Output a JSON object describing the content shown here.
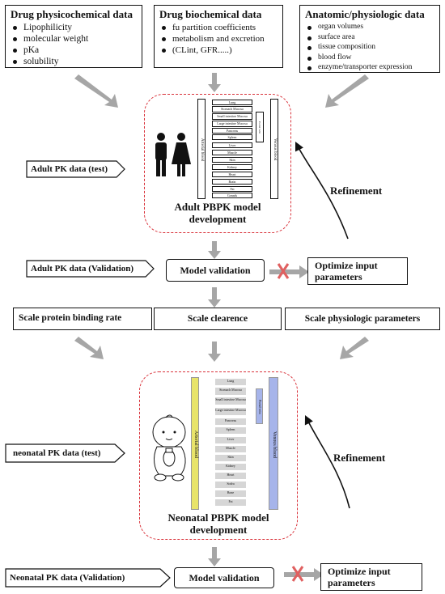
{
  "top_boxes": [
    {
      "title": "Drug physicochemical data",
      "items": [
        "Lipophilicity",
        "molecular weight",
        "pKa",
        "solubility"
      ]
    },
    {
      "title": "Drug biochemical data",
      "items": [
        "fu partition coefficients",
        "metabolism and excretion",
        "(CLint, GFR.....)"
      ]
    },
    {
      "title": "Anatomic/physiologic data",
      "items": [
        "organ volumes",
        "surface area",
        "tissue composition",
        "blood flow",
        "enzyme/transporter expression"
      ]
    }
  ],
  "adult_model": {
    "arterial": "Arterial blood",
    "venous": "Venous blood",
    "portal": "Portal vein",
    "organs": [
      "Lung",
      "Stomach Mucosa",
      "Small intestine Mucosa",
      "Large intestine Mucosa",
      "Pancreas",
      "Spleen",
      "Liver",
      "Muscle",
      "Skin",
      "Kidney",
      "Heart",
      "Brain",
      "Fat",
      "Gonads"
    ],
    "label_line1": "Adult PBPK model",
    "label_line2": "development"
  },
  "neonatal_model": {
    "arterial": "Arterial blood",
    "venous": "Venous blood",
    "portal": "Portal vein",
    "organs": [
      "Lung",
      "Stomach Mucosa",
      "Small intestine Mucosa",
      "Large intestine Mucosa",
      "Pancreas",
      "Spleen",
      "Liver",
      "Muscle",
      "Skin",
      "Kidney",
      "Heart",
      "Sodra",
      "Bone",
      "Fat"
    ],
    "label_line1": "Neonatal PBPK model",
    "label_line2": "development"
  },
  "tags": {
    "adult_test": "Adult PK data (test)",
    "adult_validation": "Adult PK data (Validation)",
    "neonatal_test": "neonatal PK data (test)",
    "neonatal_validation": "Neonatal PK data (Validation)"
  },
  "model_validation": "Model validation",
  "optimize_line1": "Optimize input",
  "optimize_line2": "parameters",
  "refinement": "Refinement",
  "scale": {
    "protein": "Scale protein binding rate",
    "clearance": "Scale clearence",
    "physiologic": "Scale physiologic parameters"
  },
  "colors": {
    "dashed_border": "#d9323a",
    "arrow_gray": "#a6a6a6",
    "arterial_bar": "#e8e46a",
    "venous_bar": "#a6b4ea",
    "cross_red": "#e06060"
  }
}
